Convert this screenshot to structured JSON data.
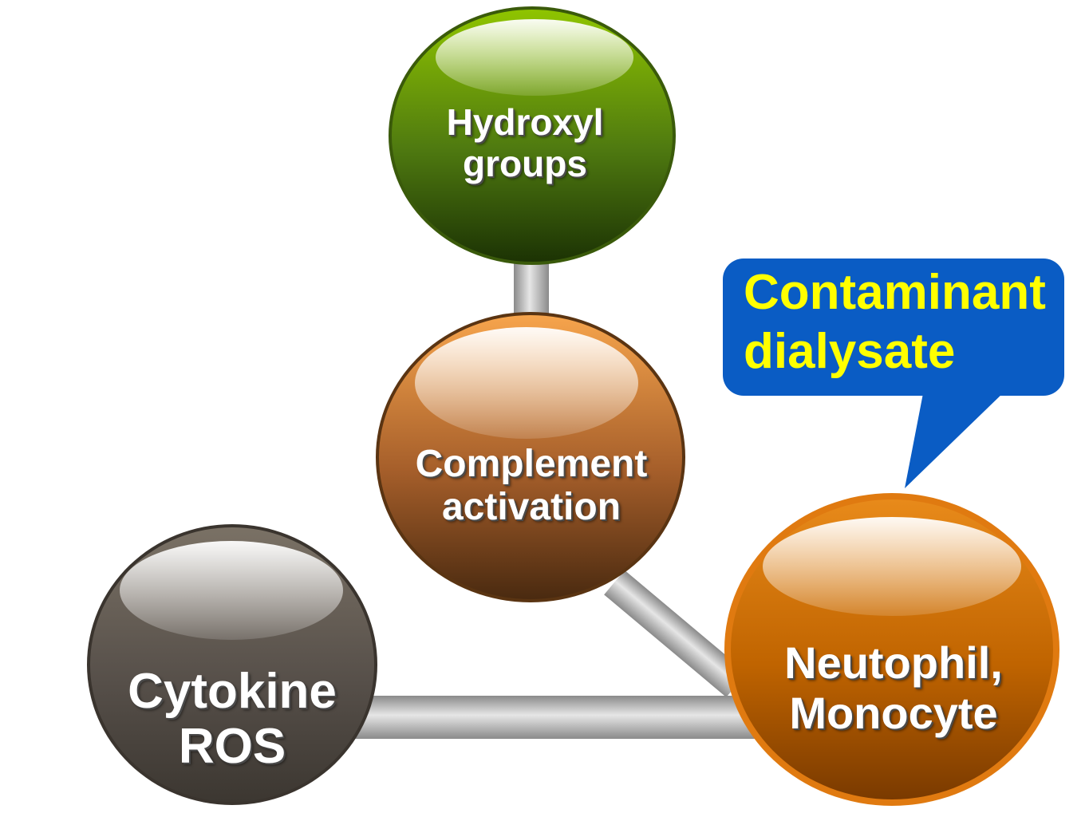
{
  "nodes": {
    "hydroxyl": {
      "lines": [
        "Hydroxyl",
        "groups"
      ],
      "color": "#4f8a10"
    },
    "complement": {
      "lines": [
        "Complement",
        "activation"
      ],
      "color": "#b86a2a"
    },
    "neutrophil": {
      "lines": [
        "Neutophil,",
        "Monocyte"
      ],
      "color": "#cc6a00"
    },
    "cytokine": {
      "lines": [
        "Cytokine",
        "ROS"
      ],
      "color": "#5a5248"
    }
  },
  "callout": {
    "lines": [
      "Contaminant",
      "dialysate"
    ],
    "background": "#0a5cc4",
    "text_color": "#ffff00"
  }
}
